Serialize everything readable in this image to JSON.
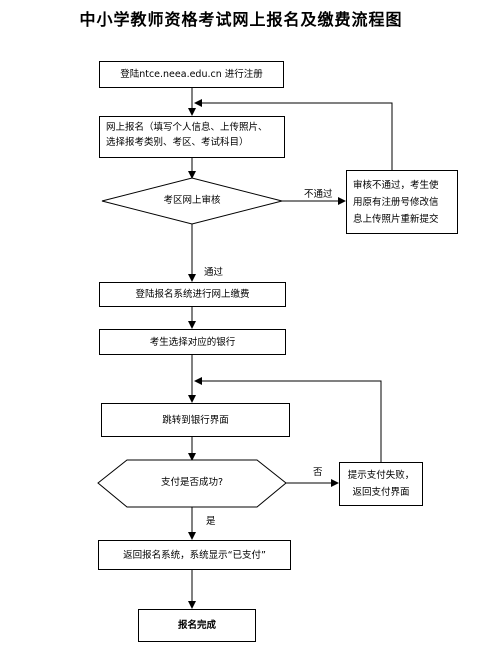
{
  "title": "中小学教师资格考试网上报名及缴费流程图",
  "steps": {
    "register": "登陆ntce.neea.edu.cn 进行注册",
    "signup_line1": "网上报名（填写个人信息、上传照片、",
    "signup_line2": "选择报考类别、考区、考试科目）",
    "review": "考区网上审核",
    "review_fail_line1": "审核不通过，考生使",
    "review_fail_line2": "用原有注册号修改信",
    "review_fail_line3": "息上传照片重新提交",
    "login_pay": "登陆报名系统进行网上缴费",
    "choose_bank": "考生选择对应的银行",
    "bank_page": "跳转到银行界面",
    "pay_success": "支付是否成功?",
    "pay_fail_line1": "提示支付失败，",
    "pay_fail_line2": "返回支付界面",
    "paid": "返回报名系统，系统显示“已支付”",
    "done": "报名完成"
  },
  "labels": {
    "not_pass": "不通过",
    "pass": "通过",
    "no": "否",
    "yes": "是"
  }
}
